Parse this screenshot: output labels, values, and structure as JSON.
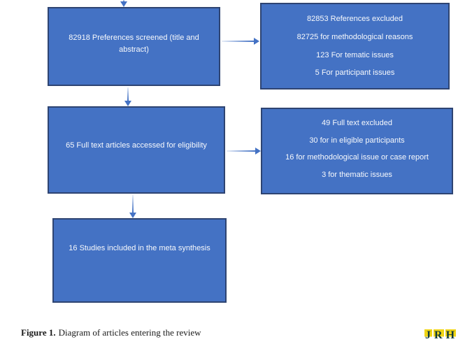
{
  "figure": {
    "boxes": {
      "screened": {
        "text": "82918 Preferences screened (title and abstract)"
      },
      "references_excluded": {
        "lines": [
          "82853 References excluded",
          "82725 for methodological reasons",
          "123 For tematic issues",
          "5 For participant issues"
        ]
      },
      "full_text": {
        "text": "65 Full text articles accessed for eligibility"
      },
      "full_text_excluded": {
        "lines": [
          "49 Full text excluded",
          "30 for in eligible participants",
          "16 for methodological issue or case report",
          "3 for thematic issues"
        ]
      },
      "included": {
        "text": "16 Studies included in the meta synthesis"
      }
    },
    "colors": {
      "box_fill": "#4472c4",
      "box_border": "#2e4472",
      "box_text": "#f7f9fc",
      "arrow": "#4472c4"
    }
  },
  "caption": {
    "label": "Figure 1.",
    "text": "Diagram of articles entering the review"
  },
  "logo": {
    "letters": [
      "J",
      "R",
      "H"
    ],
    "text_color": "#113b3b",
    "highlight_color": "#f0d514"
  }
}
